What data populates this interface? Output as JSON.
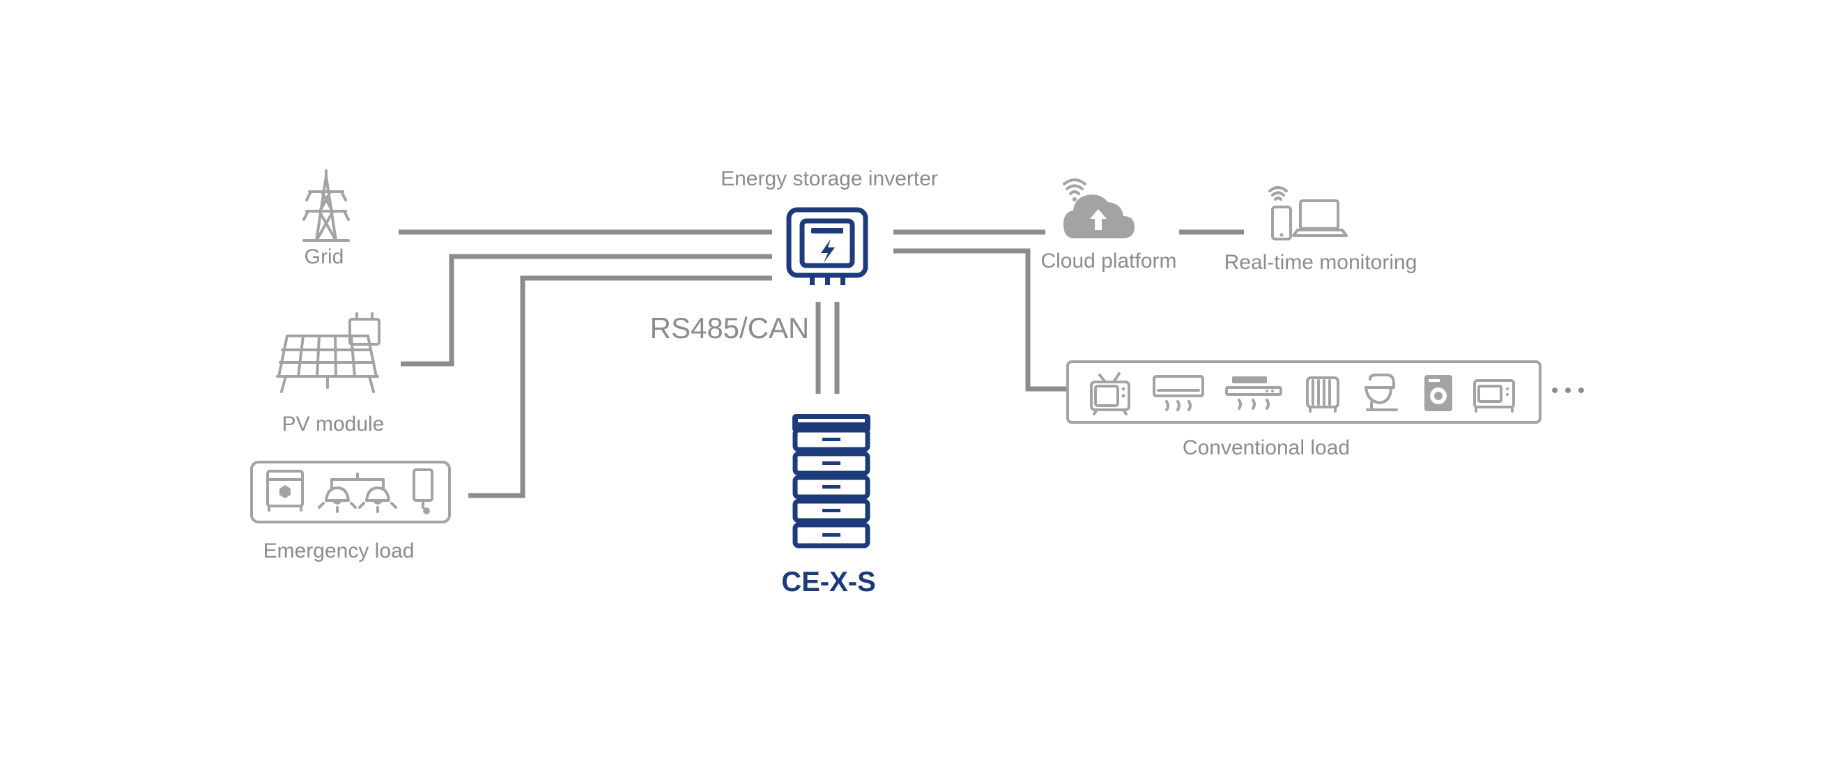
{
  "labels": {
    "inverter": "Energy storage inverter",
    "grid": "Grid",
    "pv": "PV module",
    "emergency": "Emergency load",
    "rs485": "RS485/CAN",
    "battery": "CE-X-S",
    "cloud": "Cloud platform",
    "monitoring": "Real-time monitoring",
    "conventional": "Conventional load",
    "more": "• • •"
  },
  "icons": {
    "grid": "power-tower-icon",
    "pv": "solar-panel-icon",
    "inverter": "inverter-icon",
    "battery": "battery-stack-icon",
    "cloud": "cloud-upload-icon",
    "monitoring": "phone-laptop-icon",
    "emergency": [
      "refrigerator-icon",
      "ceiling-lamp-icon",
      "ceiling-lamp-icon",
      "water-heater-icon"
    ],
    "conventional": [
      "tv-icon",
      "air-conditioner-icon",
      "range-hood-icon",
      "oil-heater-icon",
      "stand-mixer-icon",
      "washing-machine-icon",
      "microwave-icon"
    ]
  },
  "colors": {
    "accent": "#1d3a7a",
    "line": "#8c8c8c",
    "icon": "#a3a3a3",
    "text": "#8c8c8c"
  }
}
